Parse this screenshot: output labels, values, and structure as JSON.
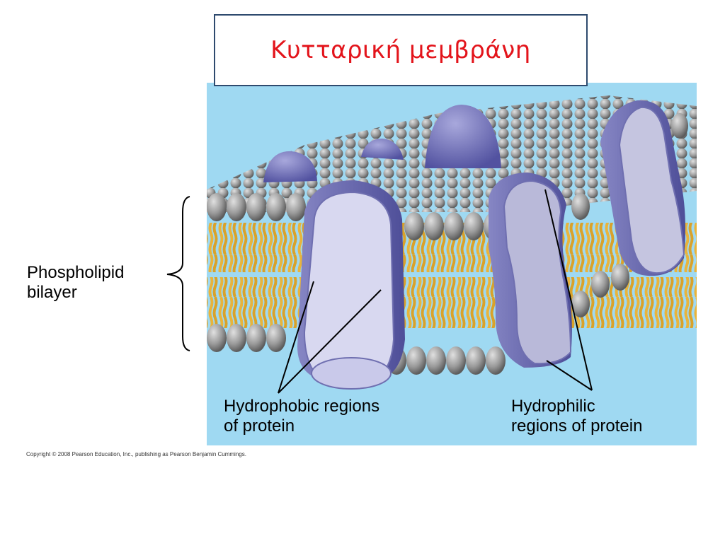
{
  "title": "Κυτταρική μεμβράνη",
  "labels": {
    "bilayer": [
      "Phospholipid",
      "bilayer"
    ],
    "hydrophobic": [
      "Hydrophobic regions",
      "of protein"
    ],
    "hydrophilic": [
      "Hydrophilic",
      "regions of protein"
    ]
  },
  "copyright": "Copyright © 2008 Pearson Education, Inc., publishing as Pearson Benjamin Cummings.",
  "colors": {
    "title": "#e3141b",
    "background_panel": "#9fd9f2",
    "lipid_tail": "#e8b43c",
    "lipid_head": "#9a9a9a",
    "protein_dark": "#6f6fb0",
    "protein_light": "#d8d8f0"
  }
}
